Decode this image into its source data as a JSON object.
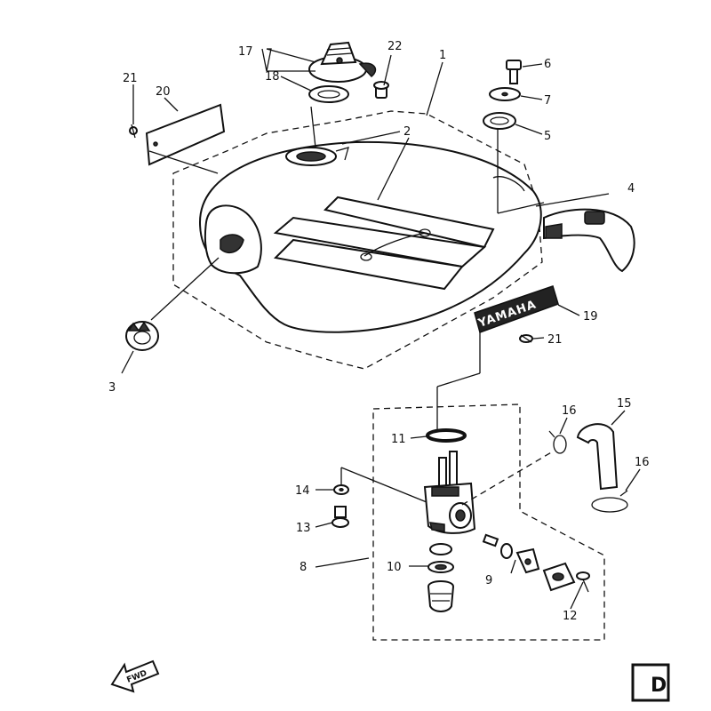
{
  "labels": {
    "p1": "1",
    "p2": "2",
    "p3": "3",
    "p4": "4",
    "p5": "5",
    "p6": "6",
    "p7": "7",
    "p8": "8",
    "p9": "9",
    "p10": "10",
    "p11": "11",
    "p12": "12",
    "p13": "13",
    "p14": "14",
    "p15": "15",
    "p16a": "16",
    "p16b": "16",
    "p17": "17",
    "p18": "18",
    "p19": "19",
    "p20": "20",
    "p21a": "21",
    "p21b": "21",
    "p22": "22"
  },
  "emblem_text": "YAMAHA",
  "fwd_arrow_text": "FWD",
  "corner_tag": "D"
}
